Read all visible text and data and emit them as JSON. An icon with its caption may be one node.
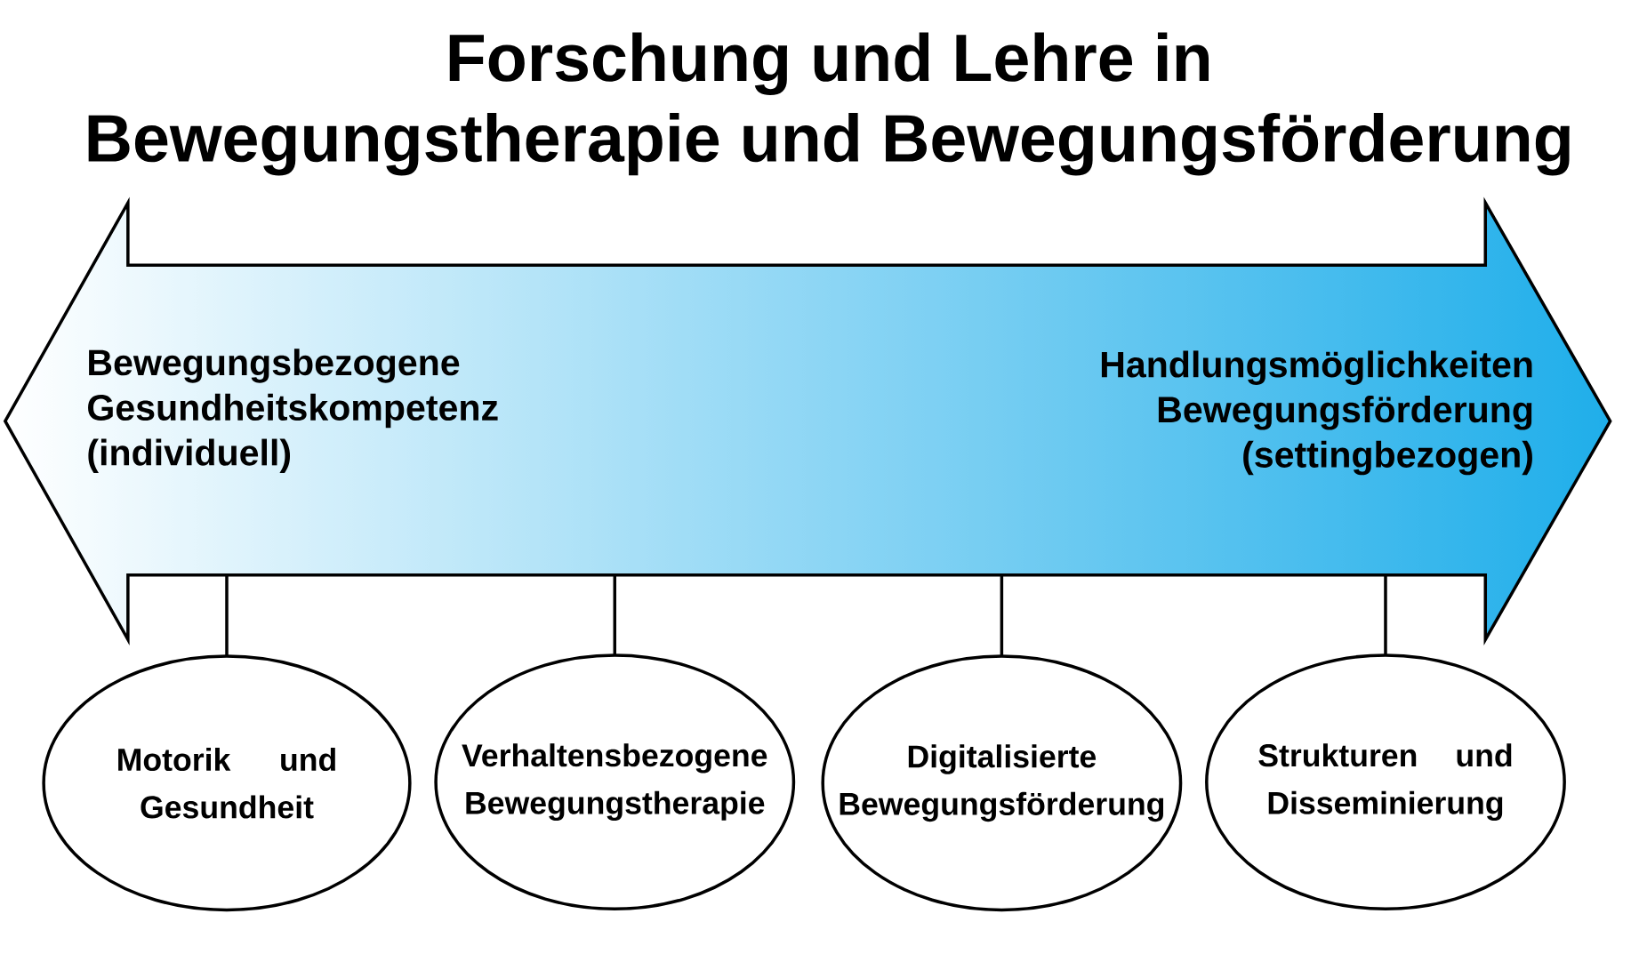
{
  "diagram": {
    "title": "Forschung und Lehre in Bewegungstherapie und Bewegungsförderung",
    "nodes": [
      {
        "text": [
          "Bewegungsbezogene Gesundheitskompetenz (individuell)",
          "Handlungsmöglichkeiten Bewegungsförderung (settingbezogen)"
        ]
      },
      {
        "text": [
          "Motorik und Gesundheit"
        ]
      },
      {
        "text": [
          "Verhaltensbezogene Bewegungstherapie"
        ]
      },
      {
        "text": [
          "Digitalisierte Bewegungsförderung"
        ]
      },
      {
        "text": [
          "Strukturen und Disseminierung"
        ]
      }
    ],
    "edges": [
      {
        "from": 0,
        "to": 1,
        "arrow": "none"
      },
      {
        "from": 0,
        "to": 2,
        "arrow": "none"
      },
      {
        "from": 0,
        "to": 3,
        "arrow": "none"
      },
      {
        "from": 0,
        "to": 4,
        "arrow": "none"
      }
    ]
  }
}
